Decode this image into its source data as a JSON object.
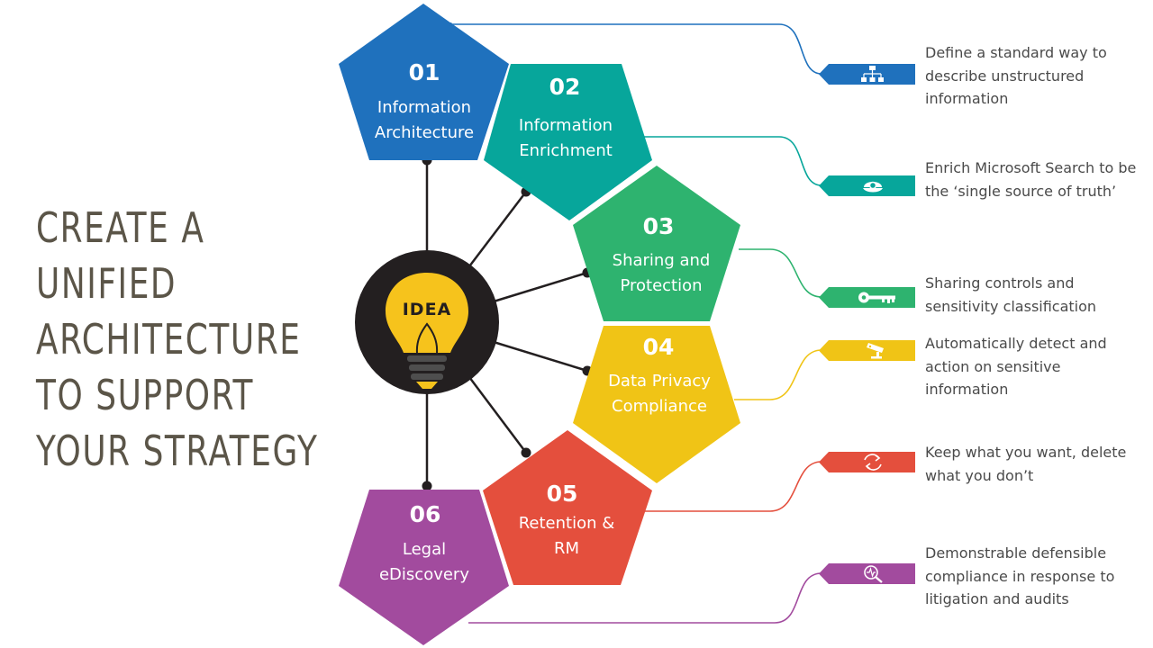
{
  "title_lines": [
    "CREATE A",
    "UNIFIED",
    "ARCHITECTURE",
    "TO SUPPORT",
    "YOUR STRATEGY"
  ],
  "hub": {
    "label": "IDEA",
    "icon": "idea-lightbulb-icon"
  },
  "colors": {
    "step1": "#1f71bd",
    "step2": "#07a69b",
    "step3": "#2eb36f",
    "step4": "#f0c416",
    "step5": "#e44f3d",
    "step6": "#a24b9e",
    "title": "#5b5548",
    "hub": "#231f20"
  },
  "steps": [
    {
      "number": "01",
      "line1": "Information",
      "line2": "Architecture",
      "icon": "sitemap-icon",
      "description": "Define a standard way to describe unstructured information"
    },
    {
      "number": "02",
      "line1": "Information",
      "line2": "Enrichment",
      "icon": "pearl-icon",
      "description": "Enrich Microsoft Search to be the ‘single source of truth’"
    },
    {
      "number": "03",
      "line1": "Sharing and",
      "line2": "Protection",
      "icon": "key-icon",
      "description": "Sharing controls and sensitivity classification"
    },
    {
      "number": "04",
      "line1": "Data Privacy",
      "line2": "Compliance",
      "icon": "security-camera-icon",
      "description": "Automatically detect and action on sensitive information"
    },
    {
      "number": "05",
      "line1": "Retention &",
      "line2": "RM",
      "icon": "refresh-cycle-icon",
      "description": "Keep what you want, delete what you don’t"
    },
    {
      "number": "06",
      "line1": "Legal",
      "line2": "eDiscovery",
      "icon": "search-analysis-icon",
      "description": "Demonstrable defensible compliance in response to litigation and audits"
    }
  ]
}
